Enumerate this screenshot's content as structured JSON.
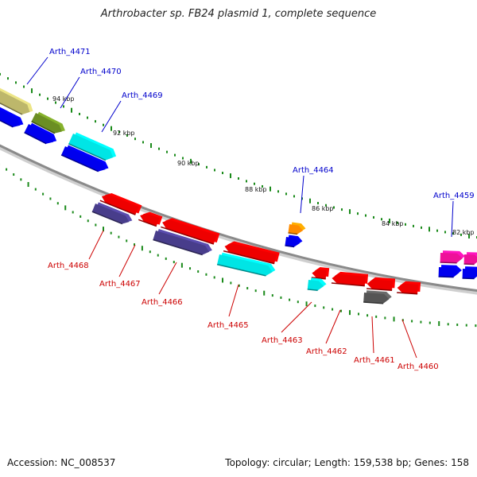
{
  "title": "Arthrobacter sp. FB24 plasmid 1, complete sequence",
  "footer": {
    "accession": "Accession: NC_008537",
    "summary": "Topology: circular; Length: 159,538 bp; Genes: 158"
  },
  "kbp_ticks": [
    "94 kbp",
    "92 kbp",
    "90 kbp",
    "88 kbp",
    "86 kbp",
    "84 kbp",
    "82 kbp"
  ],
  "forward_genes": [
    "Arth_4471",
    "Arth_4470",
    "Arth_4469",
    "Arth_4464",
    "Arth_4459"
  ],
  "reverse_genes": [
    "Arth_4468",
    "Arth_4467",
    "Arth_4466",
    "Arth_4465",
    "Arth_4463",
    "Arth_4462",
    "Arth_4461",
    "Arth_4460"
  ],
  "colors": {
    "forward_label": "#0000cc",
    "reverse_label": "#cc0000",
    "backbone": "#8a8a8a",
    "tick": "#1a8a1a",
    "blue": "#0000ee",
    "cyan": "#00e5e5",
    "red": "#ee0000",
    "orange": "#ff8c00",
    "magenta": "#ee1199",
    "olive": "#6b8e23",
    "khaki": "#bdb76b",
    "slate": "#483d8b",
    "gray": "#555555"
  }
}
